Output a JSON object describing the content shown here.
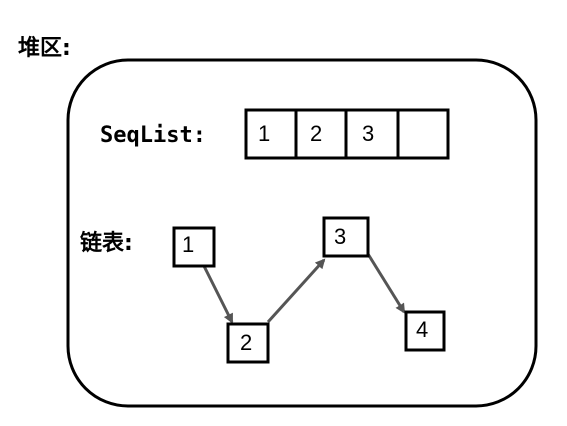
{
  "heap_label": "堆区:",
  "seqlist": {
    "label": "SeqList:",
    "cells": [
      "1",
      "2",
      "3",
      ""
    ]
  },
  "linked_list": {
    "label": "链表:",
    "nodes": [
      "1",
      "2",
      "3",
      "4"
    ]
  },
  "colors": {
    "stroke": "#000000",
    "arrow": "#555555",
    "background": "#ffffff"
  }
}
